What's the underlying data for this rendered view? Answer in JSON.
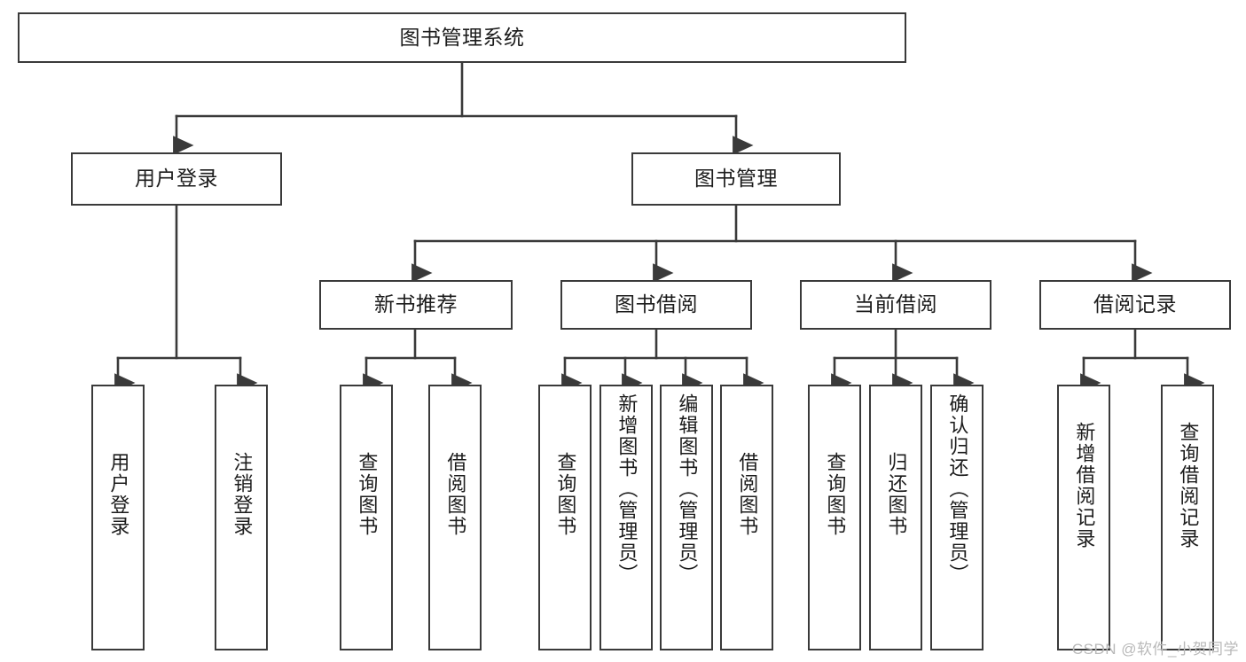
{
  "diagram": {
    "title": "图书管理系统",
    "type": "hierarchy-tree",
    "watermark": "CSDN @软件_小贺同学",
    "colors": {
      "background": "#ffffff",
      "box_border": "#3a3a3a",
      "box_fill": "#ffffff",
      "text": "#1c1c1c",
      "connector": "#3a3a3a",
      "watermark": "#b9b9b9"
    },
    "levels": [
      {
        "level": 1,
        "nodes": [
          {
            "id": "root",
            "label": "图书管理系统",
            "orientation": "horizontal"
          }
        ]
      },
      {
        "level": 2,
        "nodes": [
          {
            "id": "login",
            "label": "用户登录",
            "orientation": "horizontal",
            "parent": "root"
          },
          {
            "id": "bookmgmt",
            "label": "图书管理",
            "orientation": "horizontal",
            "parent": "root"
          }
        ]
      },
      {
        "level": 3,
        "nodes": [
          {
            "id": "newbook",
            "label": "新书推荐",
            "orientation": "horizontal",
            "parent": "bookmgmt"
          },
          {
            "id": "borrow",
            "label": "图书借阅",
            "orientation": "horizontal",
            "parent": "bookmgmt"
          },
          {
            "id": "current",
            "label": "当前借阅",
            "orientation": "horizontal",
            "parent": "bookmgmt"
          },
          {
            "id": "record",
            "label": "借阅记录",
            "orientation": "horizontal",
            "parent": "bookmgmt"
          }
        ]
      },
      {
        "level": 4,
        "nodes": [
          {
            "id": "leaf1",
            "label": "用户登录",
            "orientation": "vertical",
            "parent": "login"
          },
          {
            "id": "leaf2",
            "label": "注销登录",
            "orientation": "vertical",
            "parent": "login"
          },
          {
            "id": "leaf3",
            "label": "查询图书",
            "orientation": "vertical",
            "parent": "newbook"
          },
          {
            "id": "leaf4",
            "label": "借阅图书",
            "orientation": "vertical",
            "parent": "newbook"
          },
          {
            "id": "leaf5",
            "label": "查询图书",
            "orientation": "vertical",
            "parent": "borrow"
          },
          {
            "id": "leaf6",
            "label": "新增图书（管理员）",
            "orientation": "vertical",
            "parent": "borrow"
          },
          {
            "id": "leaf7",
            "label": "编辑图书（管理员）",
            "orientation": "vertical",
            "parent": "borrow"
          },
          {
            "id": "leaf8",
            "label": "借阅图书",
            "orientation": "vertical",
            "parent": "borrow"
          },
          {
            "id": "leaf9",
            "label": "查询图书",
            "orientation": "vertical",
            "parent": "current"
          },
          {
            "id": "leaf10",
            "label": "归还图书",
            "orientation": "vertical",
            "parent": "current"
          },
          {
            "id": "leaf11",
            "label": "确认归还（管理员）",
            "orientation": "vertical",
            "parent": "current"
          },
          {
            "id": "leaf12",
            "label": "新增借阅记录",
            "orientation": "vertical",
            "parent": "record"
          },
          {
            "id": "leaf13",
            "label": "查询借阅记录",
            "orientation": "vertical",
            "parent": "record"
          }
        ]
      }
    ]
  }
}
